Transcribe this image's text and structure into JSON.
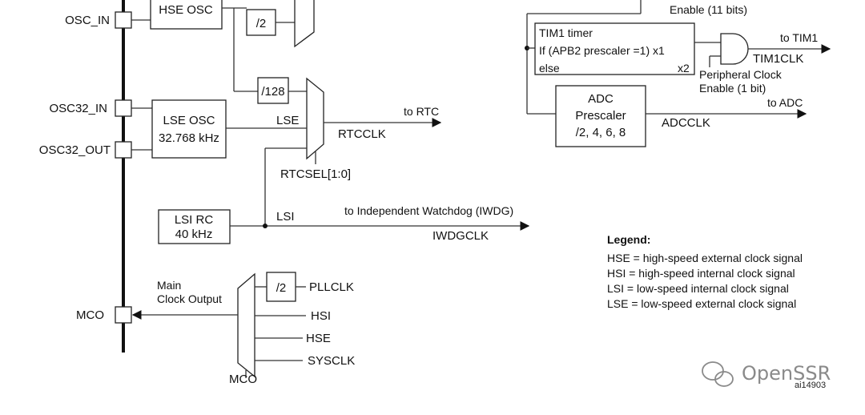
{
  "pins": {
    "osc_in": "OSC_IN",
    "osc32_in": "OSC32_IN",
    "osc32_out": "OSC32_OUT",
    "mco": "MCO"
  },
  "hse": {
    "label": "HSE OSC"
  },
  "div2_top": "/2",
  "div128": "/128",
  "lse": {
    "line1": "LSE OSC",
    "line2": "32.768 kHz",
    "signal": "LSE"
  },
  "rtc": {
    "target": "to RTC",
    "clock": "RTCCLK",
    "select": "RTCSEL[1:0]"
  },
  "lsi": {
    "line1": "LSI RC",
    "line2": "40 kHz",
    "signal": "LSI"
  },
  "iwdg": {
    "target": "to Independent Watchdog (IWDG)",
    "clock": "IWDGCLK"
  },
  "mco": {
    "title_line1": "Main",
    "title_line2": "Clock Output",
    "div2": "/2",
    "inputs": [
      "PLLCLK",
      "HSI",
      "HSE",
      "SYSCLK"
    ],
    "mux_label": "MCO"
  },
  "top_right": {
    "enable_text": "Enable (11 bits)"
  },
  "tim1": {
    "title": "TIM1 timer",
    "cond_line": "If (APB2 prescaler =1) x1",
    "else_left": "else",
    "else_right": "x2",
    "target": "to TIM1",
    "clock": "TIM1CLK",
    "enable_line1": "Peripheral Clock",
    "enable_line2": "Enable (1 bit)"
  },
  "adc": {
    "line1": "ADC",
    "line2": "Prescaler",
    "line3": "/2, 4, 6, 8",
    "target": "to ADC",
    "clock": "ADCCLK"
  },
  "legend": {
    "title": "Legend:",
    "items": [
      "HSE = high-speed external clock signal",
      "HSI = high-speed internal clock signal",
      "LSI = low-speed internal clock signal",
      "LSE = low-speed external clock signal"
    ]
  },
  "watermark": "OpenSSR",
  "figure_ref": "ai14903"
}
